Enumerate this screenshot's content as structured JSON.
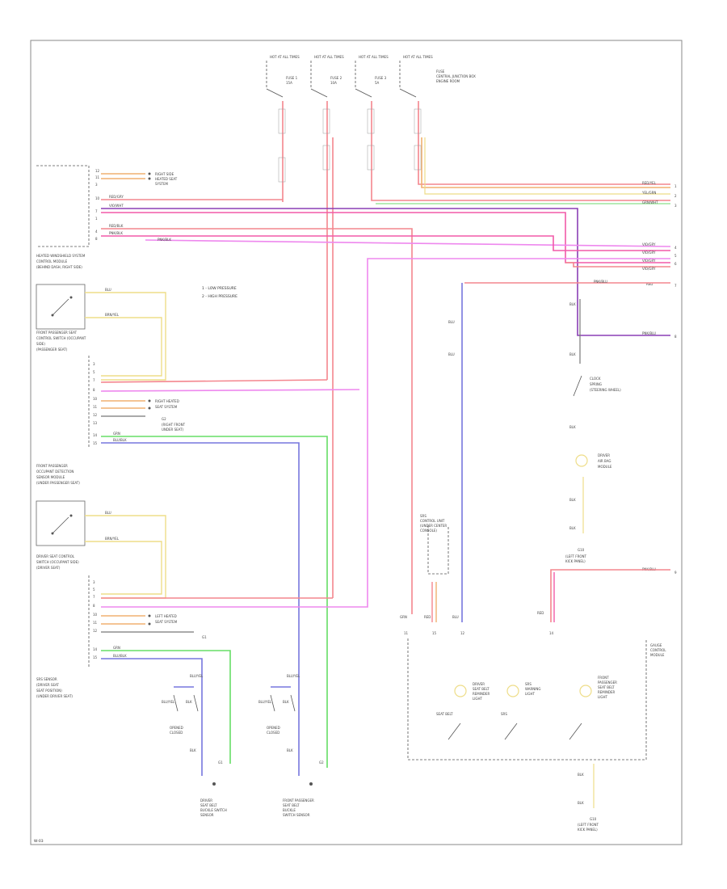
{
  "colors": {
    "red": "#f4868e",
    "pink": "#f25aa8",
    "violet": "#8a3fb5",
    "magenta": "#ee88ee",
    "green": "#66dd66",
    "light_green": "#9ee69e",
    "blue": "#7777dd",
    "yellow": "#eedd88",
    "orange": "#f0b070",
    "gray": "#777777",
    "frame": "#888888"
  },
  "legend": {
    "item_1": "1 - LOW PRESSURE",
    "item_2": "2 - HIGH PRESSURE"
  },
  "footer_code": "W-03"
}
